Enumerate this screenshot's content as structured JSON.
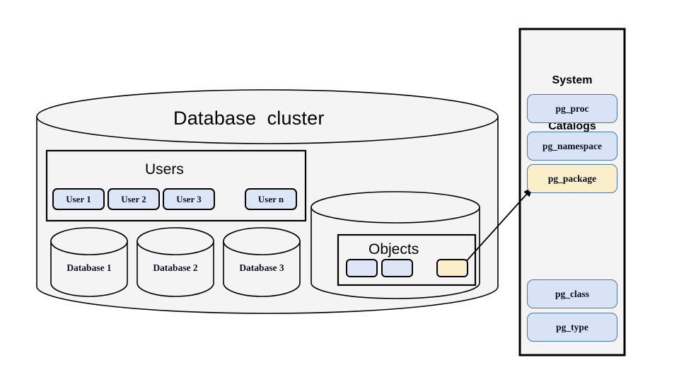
{
  "diagram": {
    "cluster": {
      "title": "Database  cluster"
    },
    "users": {
      "title": "Users",
      "items": [
        {
          "label": "User 1"
        },
        {
          "label": "User 2"
        },
        {
          "label": "User 3"
        },
        {
          "label": "User n"
        }
      ]
    },
    "databases": [
      {
        "label": "Database 1"
      },
      {
        "label": "Database 2"
      },
      {
        "label": "Database 3"
      }
    ],
    "objects": {
      "title": "Objects",
      "items": [
        {
          "label": "",
          "color": "#dde6f7"
        },
        {
          "label": "",
          "color": "#dde6f7"
        },
        {
          "label": "",
          "color": "#fbeecb"
        }
      ]
    },
    "catalogs": {
      "title_line1": "System",
      "title_line2": "Catalogs",
      "items": [
        {
          "label": "pg_proc",
          "highlight": false
        },
        {
          "label": "pg_namespace",
          "highlight": false
        },
        {
          "label": "pg_package",
          "highlight": true
        },
        {
          "label": "pg_class",
          "highlight": false
        },
        {
          "label": "pg_type",
          "highlight": false
        }
      ]
    },
    "connector": {
      "from": "objects-chip-yellow",
      "to": "catalog-pg_package"
    },
    "colors": {
      "shape_fill": "#f4f4f4",
      "outline": "#000000",
      "catalog_fill": "#d8e3f6",
      "catalog_border": "#4a76ab",
      "highlight_fill": "#fbeecb",
      "pill_fill": "#dde6f7",
      "background": "#ffffff"
    }
  }
}
